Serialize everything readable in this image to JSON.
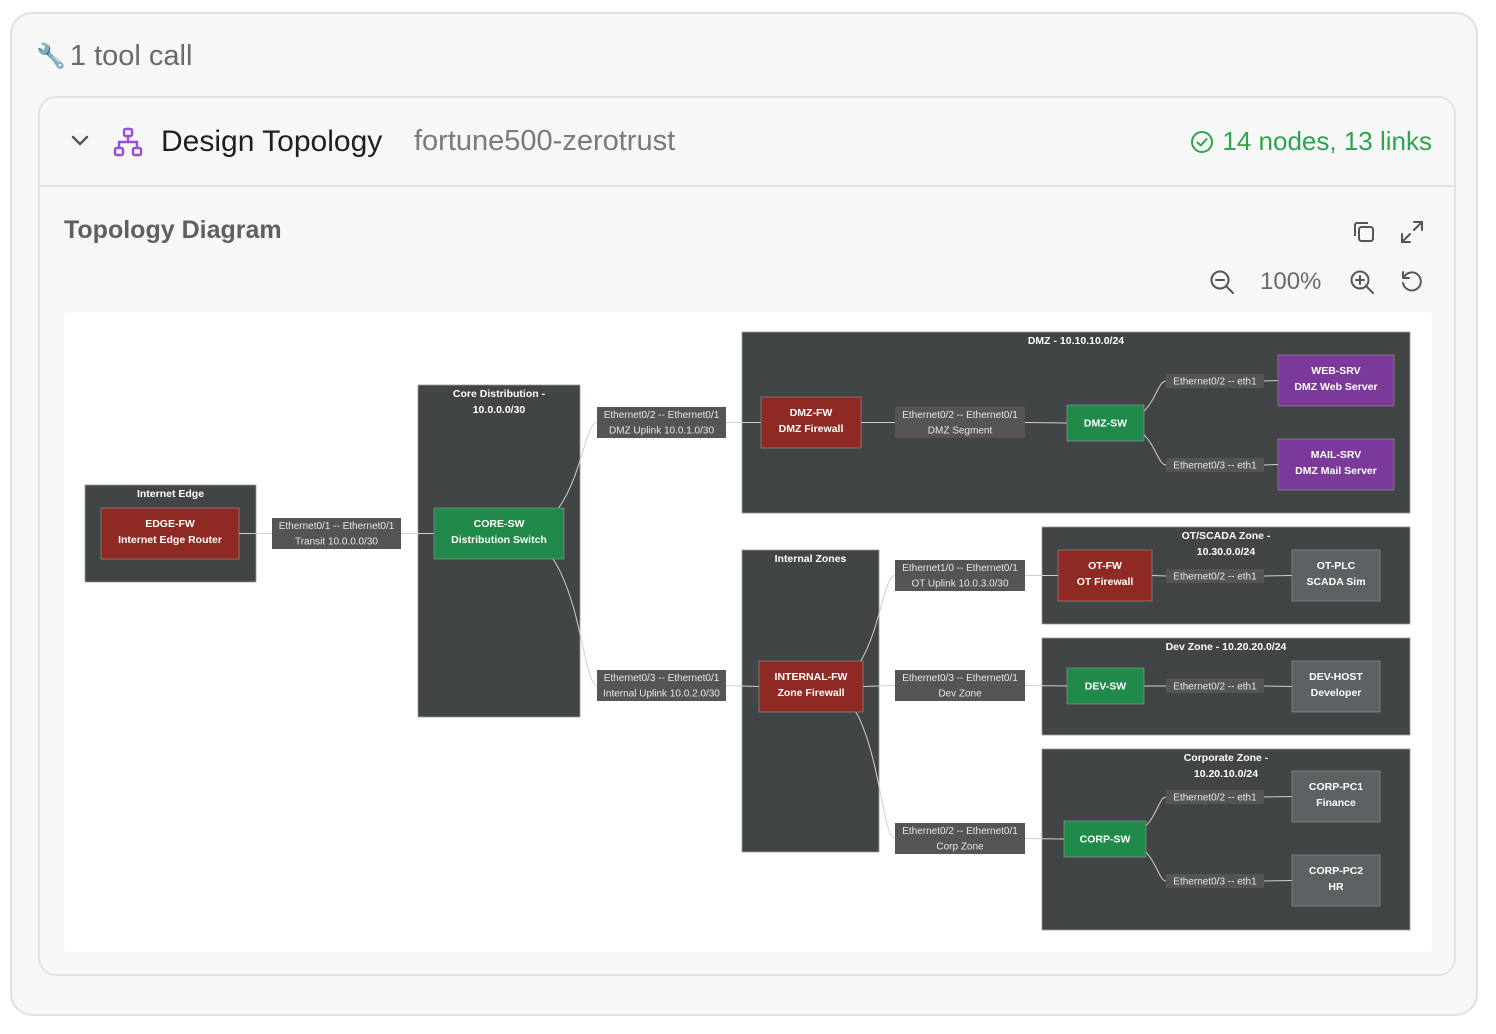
{
  "tool_call": {
    "label": "1 tool call",
    "icon": "wrench-icon"
  },
  "card": {
    "title": "Design Topology",
    "subtitle": "fortune500-zerotrust",
    "status": "14 nodes, 13 links",
    "status_color": "#2ea44f",
    "accent_icon_color": "#9b4ddb"
  },
  "panel": {
    "title": "Topology Diagram",
    "zoom": "100%"
  },
  "diagram": {
    "groups": [
      {
        "id": "g-internet-edge",
        "lines": [
          "Internet Edge"
        ]
      },
      {
        "id": "g-core",
        "lines": [
          "Core Distribution -",
          "10.0.0.0/30"
        ]
      },
      {
        "id": "g-dmz",
        "lines": [
          "DMZ - 10.10.10.0/24"
        ]
      },
      {
        "id": "g-internal",
        "lines": [
          "Internal Zones"
        ]
      },
      {
        "id": "g-ot",
        "lines": [
          "OT/SCADA Zone -",
          "10.30.0.0/24"
        ]
      },
      {
        "id": "g-dev",
        "lines": [
          "Dev Zone - 10.20.20.0/24"
        ]
      },
      {
        "id": "g-corp",
        "lines": [
          "Corporate Zone -",
          "10.20.10.0/24"
        ]
      }
    ],
    "nodes": [
      {
        "id": "EDGE-FW",
        "lines": [
          "EDGE-FW",
          "Internet Edge Router"
        ],
        "kind": "firewall"
      },
      {
        "id": "CORE-SW",
        "lines": [
          "CORE-SW",
          "Distribution Switch"
        ],
        "kind": "switch"
      },
      {
        "id": "DMZ-FW",
        "lines": [
          "DMZ-FW",
          "DMZ Firewall"
        ],
        "kind": "firewall"
      },
      {
        "id": "DMZ-SW",
        "lines": [
          "DMZ-SW"
        ],
        "kind": "switch"
      },
      {
        "id": "WEB-SRV",
        "lines": [
          "WEB-SRV",
          "DMZ Web Server"
        ],
        "kind": "server"
      },
      {
        "id": "MAIL-SRV",
        "lines": [
          "MAIL-SRV",
          "DMZ Mail Server"
        ],
        "kind": "server"
      },
      {
        "id": "INTERNAL-FW",
        "lines": [
          "INTERNAL-FW",
          "Zone Firewall"
        ],
        "kind": "firewall"
      },
      {
        "id": "OT-FW",
        "lines": [
          "OT-FW",
          "OT Firewall"
        ],
        "kind": "firewall"
      },
      {
        "id": "OT-PLC",
        "lines": [
          "OT-PLC",
          "SCADA Sim"
        ],
        "kind": "host"
      },
      {
        "id": "DEV-SW",
        "lines": [
          "DEV-SW"
        ],
        "kind": "switch"
      },
      {
        "id": "DEV-HOST",
        "lines": [
          "DEV-HOST",
          "Developer"
        ],
        "kind": "host"
      },
      {
        "id": "CORP-SW",
        "lines": [
          "CORP-SW"
        ],
        "kind": "switch"
      },
      {
        "id": "CORP-PC1",
        "lines": [
          "CORP-PC1",
          "Finance"
        ],
        "kind": "host"
      },
      {
        "id": "CORP-PC2",
        "lines": [
          "CORP-PC2",
          "HR"
        ],
        "kind": "host"
      }
    ],
    "links": [
      {
        "from": "EDGE-FW",
        "to": "CORE-SW",
        "lines": [
          "Ethernet0/1 -- Ethernet0/1",
          "Transit 10.0.0.0/30"
        ]
      },
      {
        "from": "CORE-SW",
        "to": "DMZ-FW",
        "lines": [
          "Ethernet0/2 -- Ethernet0/1",
          "DMZ Uplink 10.0.1.0/30"
        ]
      },
      {
        "from": "CORE-SW",
        "to": "INTERNAL-FW",
        "lines": [
          "Ethernet0/3 -- Ethernet0/1",
          "Internal Uplink 10.0.2.0/30"
        ]
      },
      {
        "from": "DMZ-FW",
        "to": "DMZ-SW",
        "lines": [
          "Ethernet0/2 -- Ethernet0/1",
          "DMZ Segment"
        ]
      },
      {
        "from": "DMZ-SW",
        "to": "WEB-SRV",
        "lines": [
          "Ethernet0/2 -- eth1"
        ]
      },
      {
        "from": "DMZ-SW",
        "to": "MAIL-SRV",
        "lines": [
          "Ethernet0/3 -- eth1"
        ]
      },
      {
        "from": "INTERNAL-FW",
        "to": "OT-FW",
        "lines": [
          "Ethernet1/0 -- Ethernet0/1",
          "OT Uplink 10.0.3.0/30"
        ]
      },
      {
        "from": "INTERNAL-FW",
        "to": "DEV-SW",
        "lines": [
          "Ethernet0/3 -- Ethernet0/1",
          "Dev Zone"
        ]
      },
      {
        "from": "INTERNAL-FW",
        "to": "CORP-SW",
        "lines": [
          "Ethernet0/2 -- Ethernet0/1",
          "Corp Zone"
        ]
      },
      {
        "from": "OT-FW",
        "to": "OT-PLC",
        "lines": [
          "Ethernet0/2 -- eth1"
        ]
      },
      {
        "from": "DEV-SW",
        "to": "DEV-HOST",
        "lines": [
          "Ethernet0/2 -- eth1"
        ]
      },
      {
        "from": "CORP-SW",
        "to": "CORP-PC1",
        "lines": [
          "Ethernet0/2 -- eth1"
        ]
      },
      {
        "from": "CORP-SW",
        "to": "CORP-PC2",
        "lines": [
          "Ethernet0/3 -- eth1"
        ]
      }
    ],
    "colors": {
      "group": "#424545",
      "firewall": "#8e2a23",
      "switch": "#1f8a4a",
      "server": "#7b3a9a",
      "host": "#5c6264",
      "link_label": "#555555",
      "edge": "#cfcfcf"
    }
  }
}
